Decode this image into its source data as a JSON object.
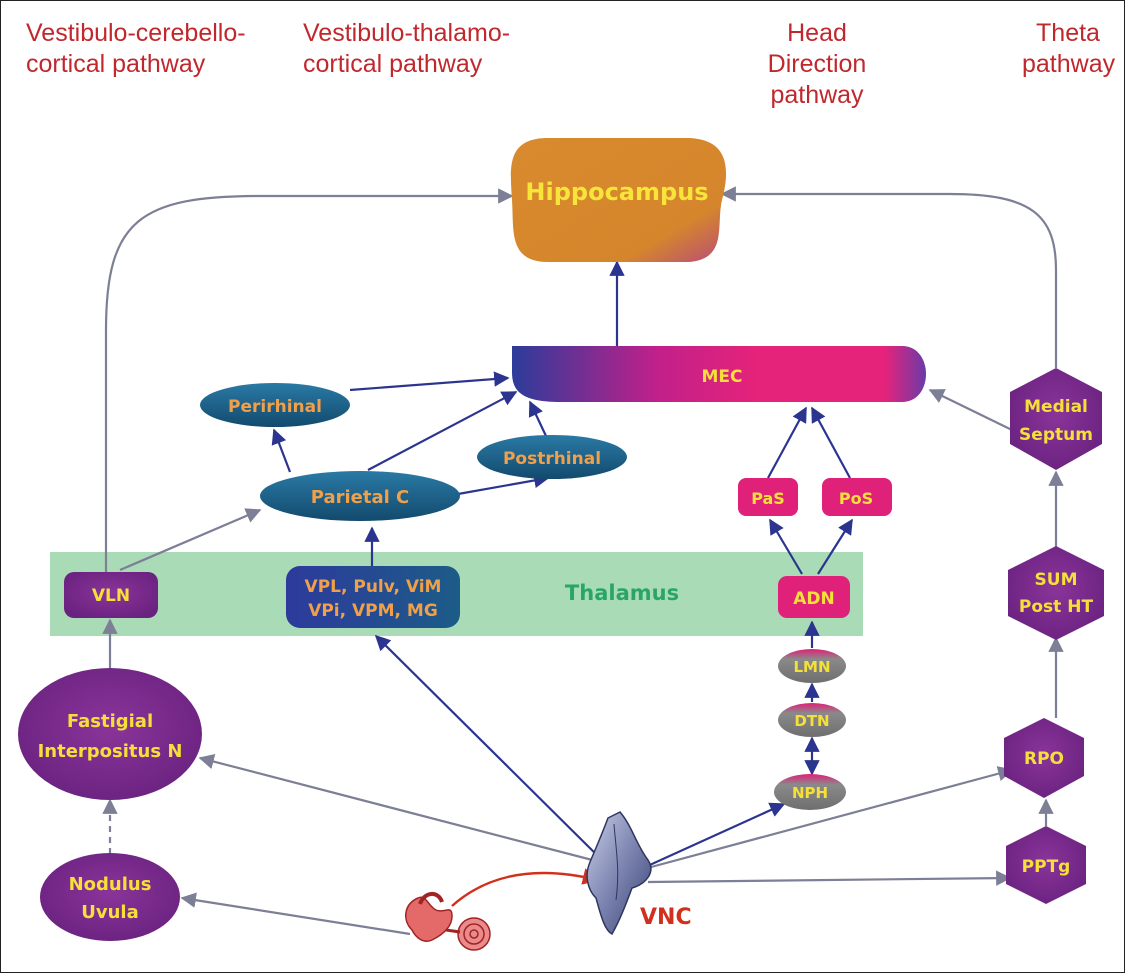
{
  "headers": {
    "cerebello": {
      "line1": "Vestibulo-cerebello-",
      "line2": "cortical pathway"
    },
    "thalamo": {
      "line1": "Vestibulo-thalamo-",
      "line2": "cortical pathway"
    },
    "head_direction": {
      "line1": "Head Direction",
      "line2": "pathway"
    },
    "theta": {
      "line1": "Theta",
      "line2": "pathway"
    }
  },
  "nodes": {
    "hippocampus": "Hippocampus",
    "mec": "MEC",
    "perirhinal": "Perirhinal",
    "postrhinal": "Postrhinal",
    "parietal": "Parietal C",
    "thalamus": "Thalamus",
    "vln": "VLN",
    "vpl_line1": "VPL, Pulv, ViM",
    "vpl_line2": "VPi, VPM, MG",
    "pas": "PaS",
    "pos": "PoS",
    "adn": "ADN",
    "lmn": "LMN",
    "dtn": "DTN",
    "nph": "NPH",
    "medial_septum_line1": "Medial",
    "medial_septum_line2": "Septum",
    "sum_line1": "SUM",
    "sum_line2": "Post HT",
    "rpo": "RPO",
    "pptg": "PPTg",
    "fastigial_line1": "Fastigial",
    "fastigial_line2": "Interpositus N",
    "nodulus_line1": "Nodulus",
    "nodulus_line2": "Uvula",
    "vnc": "VNC"
  },
  "colors": {
    "header_text": "#c0282d",
    "blue_arrow": "#2b3590",
    "gray_arrow": "#7c7f95",
    "red_arrow": "#d2301e",
    "hippocampus": "#d98a2e",
    "hippocampus_text": "#f7e53a",
    "teal_node": "#1d5f85",
    "teal_text": "#f0a04a",
    "magenta": "#e0217a",
    "purple_node": "#7a2a8c",
    "yellow_text": "#f5e03a",
    "gray_node": "#7f7f7f",
    "thalamus_band": "#a9dcb6",
    "thalamus_text": "#2aa56a"
  },
  "icons": [
    "inner-ear-icon",
    "brainstem-vnc-icon"
  ]
}
